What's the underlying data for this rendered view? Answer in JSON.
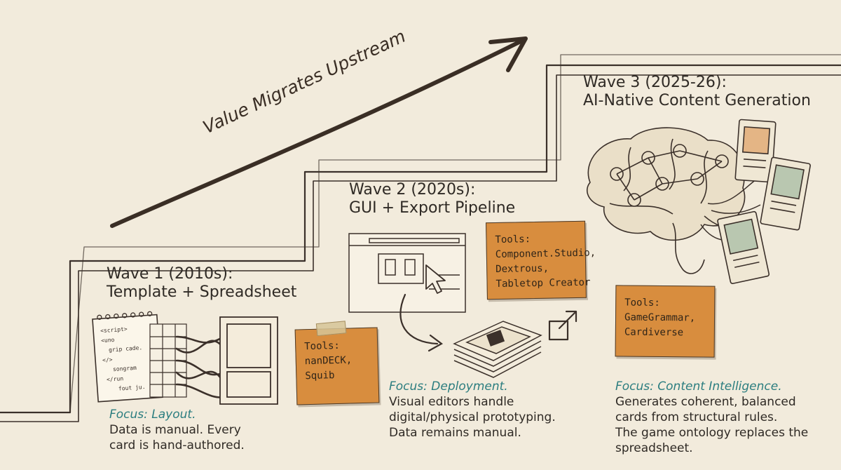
{
  "arrow": {
    "label": "Value Migrates Upstream"
  },
  "waves": [
    {
      "title": "Wave 1 (2010s):",
      "subtitle": "Template + Spreadsheet",
      "focus": "Focus: Layout.",
      "description_lines": [
        "Data is manual. Every",
        "card is hand-authored."
      ],
      "tools_label": "Tools:",
      "tools": [
        "nanDECK,",
        "Squib"
      ]
    },
    {
      "title": "Wave 2 (2020s):",
      "subtitle": "GUI + Export Pipeline",
      "focus": "Focus: Deployment.",
      "description_lines": [
        "Visual editors handle",
        "digital/physical prototyping.",
        "Data remains manual."
      ],
      "tools_label": "Tools:",
      "tools": [
        "Component.Studio,",
        "Dextrous,",
        "Tabletop Creator"
      ]
    },
    {
      "title": "Wave 3 (2025-26):",
      "subtitle": "AI-Native Content Generation",
      "focus": "Focus: Content Intelligence.",
      "description_lines": [
        "Generates coherent, balanced",
        "cards from structural rules.",
        "The game ontology replaces the",
        "spreadsheet."
      ],
      "tools_label": "Tools:",
      "tools": [
        "GameGrammar,",
        "Cardiverse"
      ]
    }
  ],
  "notepad_code": [
    "<script>",
    "<uno",
    "grip cade.",
    "</>",
    "songram",
    "</run",
    "fout ju."
  ],
  "colors": {
    "background": "#f2ebdc",
    "ink": "#2f2a25",
    "focus": "#2b7d7f",
    "note": "#d88d3e"
  }
}
